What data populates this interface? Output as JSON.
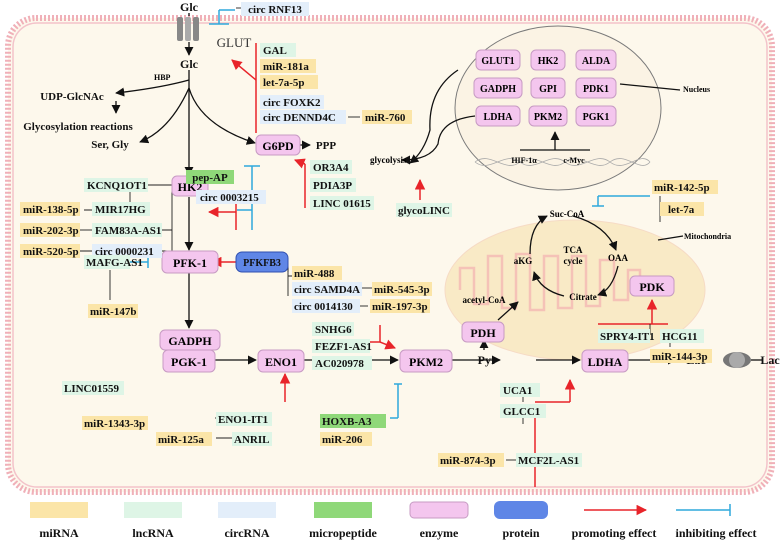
{
  "colors": {
    "mirna": "#fbe5a8",
    "lncrna": "#def5e6",
    "circrna": "#e3eefa",
    "micropeptide": "#8fd879",
    "enzyme": "#f4c6ee",
    "enzyme_stroke": "#c79bc3",
    "protein": "#5f86e6",
    "promote": "#e8242a",
    "inhibit": "#2fa9dc",
    "cell_border": "#f0b0b8",
    "cell_fill": "#fdf8ec",
    "mito": "#f6e0a8"
  },
  "metabolites": {
    "glc_top": "Glc",
    "glut": "GLUT",
    "glc": "Glc",
    "hbp": "HBP",
    "udp": "UDP-GlcNAc",
    "glyco_reactions": "Glycosylation reactions",
    "ser_gly": "Ser, Gly",
    "ppp": "PPP",
    "glycolysis": "glycolysis",
    "pyr": "Pyr",
    "lac_in": "Lac",
    "lac_out": "Lac",
    "suc_coa": "Suc-CoA",
    "oaa": "OAA",
    "akg": "aKG",
    "citrate": "Citrate",
    "acetyl_coa": "acetyl-CoA",
    "tca1": "TCA",
    "tca2": "cycle",
    "nucleus": "Nucleus",
    "mitochondria": "Mitochondria",
    "hif": "HIF-1α",
    "cmyc": "c-Myc"
  },
  "enzymes": {
    "g6pd": "G6PD",
    "hk2": "HK2",
    "pfk1": "PFK-1",
    "gadph": "GADPH",
    "pgk1": "PGK-1",
    "eno1": "ENO1",
    "pkm2": "PKM2",
    "pdh": "PDH",
    "ldha": "LDHA",
    "pdk": "PDK",
    "pfkfb3": "PFKFB3"
  },
  "nucleus_genes": [
    "GLUT1",
    "HK2",
    "ALDA",
    "GADPH",
    "GPI",
    "PDK1",
    "LDHA",
    "PKM2",
    "PGK1"
  ],
  "regulators": {
    "circ_rnf13": "circ RNF13",
    "gal": "GAL",
    "mir181a": "miR-181a",
    "let7a5p": "let-7a-5p",
    "circ_foxk2": "circ FOXK2",
    "circ_dennd4c": "circ DENND4C",
    "mir760": "miR-760",
    "or3a4": "OR3A4",
    "pdia3p": "PDIA3P",
    "linc01615": "LINC 01615",
    "pep_ap": "pep-AP",
    "circ0003215": "circ 0003215",
    "kcnq1ot1": "KCNQ1OT1",
    "mir138": "miR-138-5p",
    "mir17hg": "MIR17HG",
    "mir202": "miR-202-3p",
    "fam83a": "FAM83A-AS1",
    "mir520": "miR-520-5p",
    "circ0000231": "circ 0000231",
    "mir488": "miR-488",
    "circ_samd4a": "circ SAMD4A",
    "mir545": "miR-545-3p",
    "circ0014130": "circ 0014130",
    "mir197": "miR-197-3p",
    "mafg_as1": "MAFG-AS1",
    "mir147b": "miR-147b",
    "snhg6": "SNHG6",
    "fezf1": "FEZF1-AS1",
    "ac020978": "AC020978",
    "linc01559": "LINC01559",
    "mir1343": "miR-1343-3p",
    "eno1_it1": "ENO1-IT1",
    "mir125a": "miR-125a",
    "anril": "ANRIL",
    "hoxb_a3": "HOXB-A3",
    "mir206": "miR-206",
    "uca1": "UCA1",
    "glcc1": "GLCC1",
    "mir874": "miR-874-3p",
    "mcf2l": "MCF2L-AS1",
    "glyco_linc": "glycoLINC",
    "mir142": "miR-142-5p",
    "let7a": "let-7a",
    "spry4": "SPRY4-IT1",
    "hcg11": "HCG11",
    "mir144": "miR-144-3p"
  },
  "legend": {
    "mirna": "miRNA",
    "lncrna": "lncRNA",
    "circrna": "circRNA",
    "micropeptide": "micropeptide",
    "enzyme": "enzyme",
    "protein": "protein",
    "promoting": "promoting effect",
    "inhibiting": "inhibiting effect"
  }
}
